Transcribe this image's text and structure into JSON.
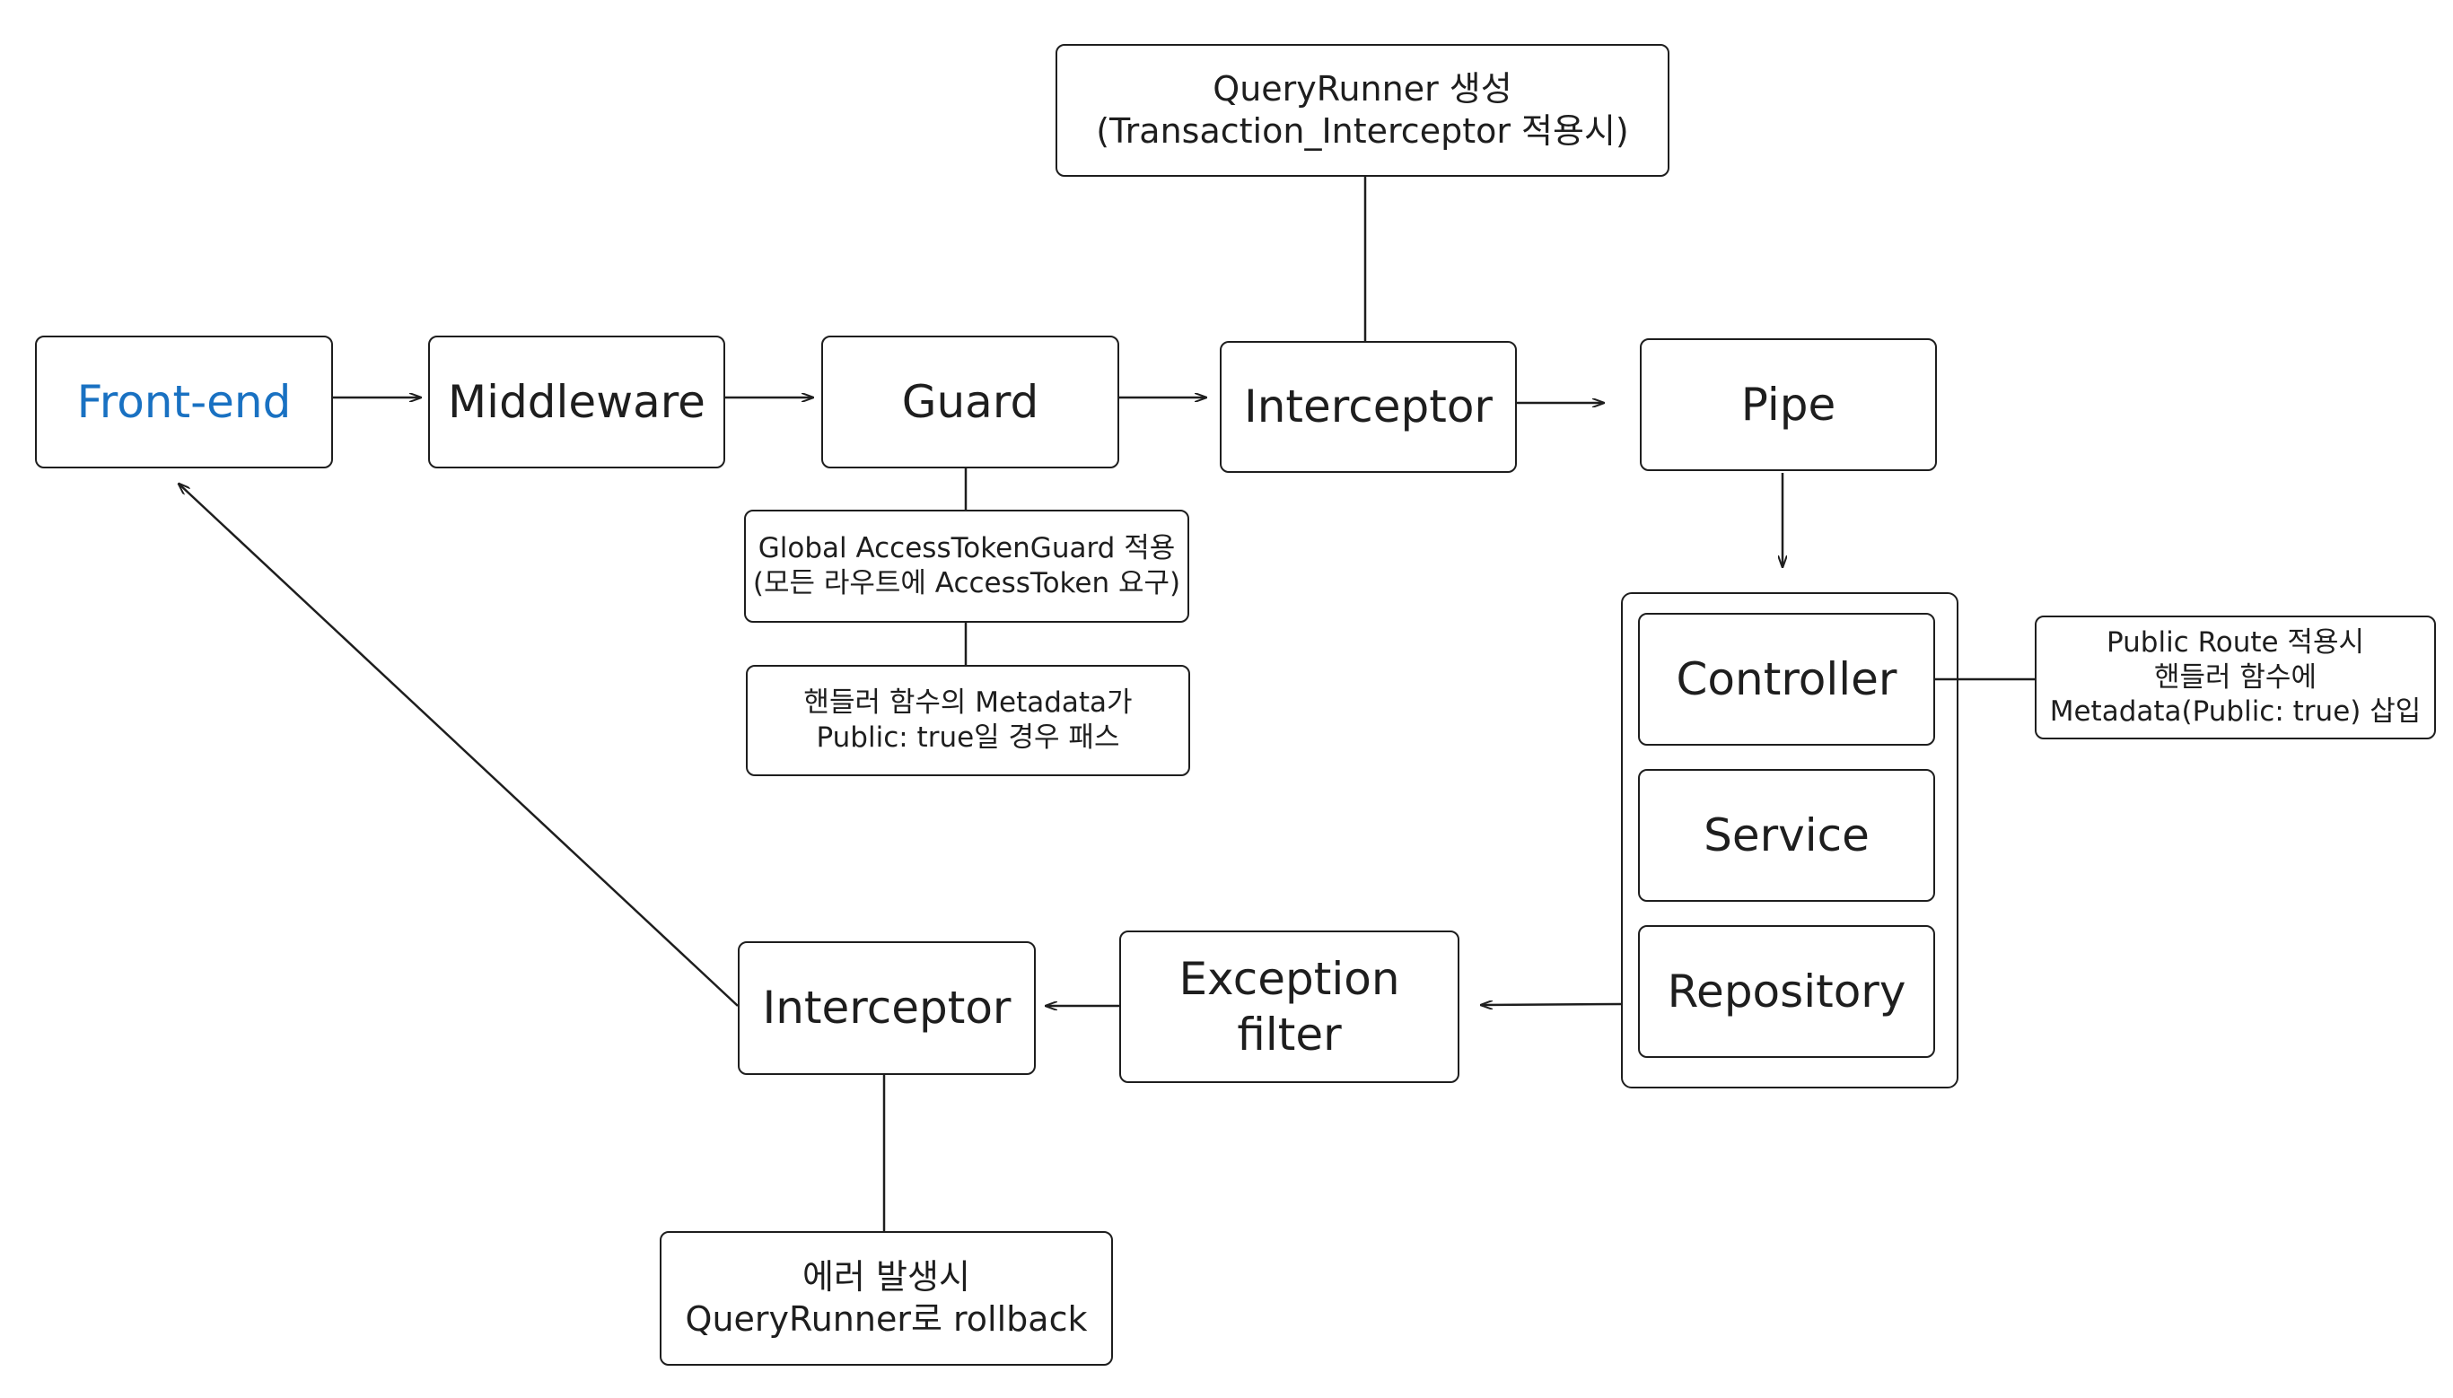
{
  "diagram": {
    "nodes": {
      "frontend": "Front-end",
      "middleware": "Middleware",
      "guard": "Guard",
      "interceptor_in": "Interceptor",
      "pipe": "Pipe",
      "controller": "Controller",
      "service": "Service",
      "repository": "Repository",
      "exception_filter": "Exception filter",
      "interceptor_out": "Interceptor"
    },
    "notes": {
      "queryrunner_create": "QueryRunner 생성\n(Transaction_Interceptor 적용시)",
      "global_guard": "Global AccessTokenGuard 적용\n(모든 라우트에 AccessToken 요구)",
      "public_pass": "핸들러 함수의 Metadata가\nPublic: true일 경우 패스",
      "public_route": "Public Route 적용시\n핸들러 함수에\nMetadata(Public: true) 삽입",
      "rollback": "에러 발생시\nQueryRunner로 rollback"
    },
    "colors": {
      "stroke": "#1e1e1e",
      "frontend_text": "#1971c2",
      "background": "#ffffff"
    }
  }
}
